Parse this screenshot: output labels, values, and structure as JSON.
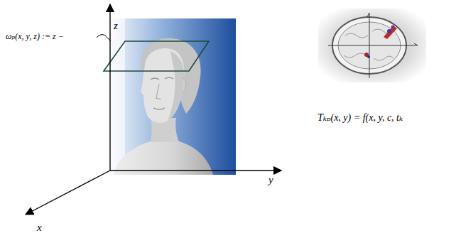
{
  "diagram": {
    "labels": [
      "ωₚ(x, y, z) := z −",
      "z",
      "y",
      "x",
      "Tₖₚ(x, y) = f(x, y, c, tₖ"
    ]
  }
}
